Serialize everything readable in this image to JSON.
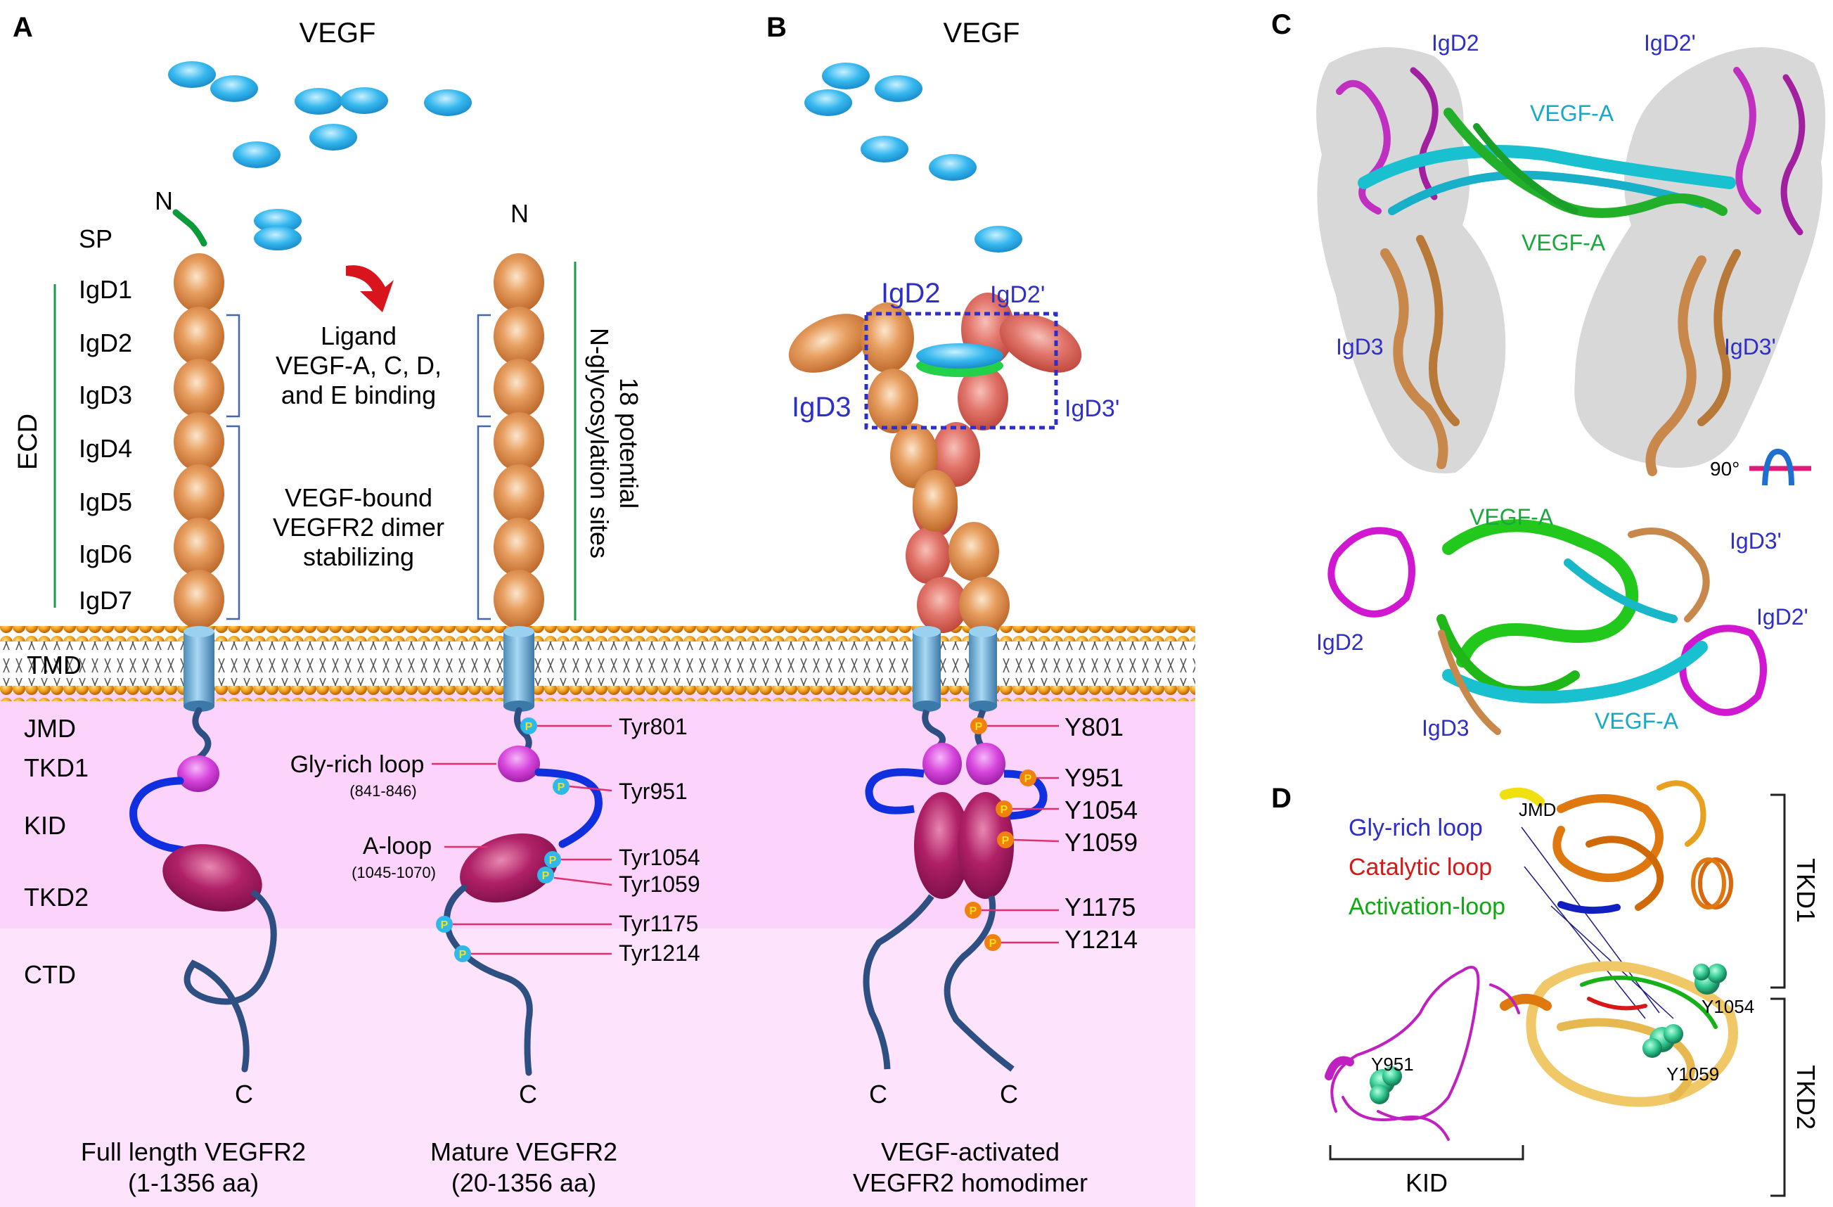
{
  "panel_letters": {
    "a": "A",
    "b": "B",
    "c": "C",
    "d": "D"
  },
  "ligand_label": "VEGF",
  "panel_a": {
    "n_term": "N",
    "c_term": "C",
    "sp": "SP",
    "domains": [
      "IgD1",
      "IgD2",
      "IgD3",
      "IgD4",
      "IgD5",
      "IgD6",
      "IgD7"
    ],
    "region_ecd": "ECD",
    "region_tmd": "TMD",
    "intracellular": [
      "JMD",
      "TKD1",
      "KID",
      "TKD2",
      "CTD"
    ],
    "binding_text": [
      "Ligand",
      "VEGF-A, C, D,",
      "and E binding"
    ],
    "dimer_text": [
      "VEGF-bound",
      "VEGFR2 dimer",
      "stabilizing"
    ],
    "glyco_text": [
      "18 potential",
      "N-glycosylation sites"
    ],
    "gly_loop": "Gly-rich loop",
    "gly_loop_range": "(841-846)",
    "a_loop": "A-loop",
    "a_loop_range": "(1045-1070)",
    "tyrosines": [
      "Tyr801",
      "Tyr951",
      "Tyr1054",
      "Tyr1059",
      "Tyr1175",
      "Tyr1214"
    ],
    "phospho": "P",
    "caption_full": [
      "Full length VEGFR2",
      "(1-1356 aa)"
    ],
    "caption_mature": [
      "Mature VEGFR2",
      "(20-1356 aa)"
    ]
  },
  "panel_b": {
    "igd_labels": [
      "IgD2",
      "IgD2'",
      "IgD3",
      "IgD3'"
    ],
    "tyrosines": [
      "Y801",
      "Y951",
      "Y1054",
      "Y1059",
      "Y1175",
      "Y1214"
    ],
    "c_term": "C",
    "caption": [
      "VEGF-activated",
      "VEGFR2 homodimer"
    ]
  },
  "panel_c": {
    "top_labels": [
      "IgD2",
      "IgD2'",
      "VEGF-A",
      "VEGF-A",
      "IgD3",
      "IgD3'"
    ],
    "rotation": "90°",
    "bottom_labels": [
      "VEGF-A",
      "IgD3'",
      "IgD2",
      "IgD2'",
      "IgD3",
      "VEGF-A"
    ]
  },
  "panel_d": {
    "loops": [
      "Gly-rich loop",
      "Catalytic loop",
      "Activation-loop"
    ],
    "jmd": "JMD",
    "tkd1": "TKD1",
    "tkd2": "TKD2",
    "kid": "KID",
    "residues": [
      "Y951",
      "Y1054",
      "Y1059"
    ]
  },
  "colors": {
    "ligand": "#33b6ee",
    "igd": "#e0924f",
    "igd_dimer": "#e07068",
    "membrane_head": "#f0a020",
    "cytoplasm": "#fcd2fb",
    "tmd": "#6fb0d8",
    "chain": "#2d4f82",
    "linker_blue": "#1030e0",
    "tkd1": "#d040d8",
    "tkd2": "#a8195a",
    "phos_mature": "#30b8e8",
    "phos_active": "#f08010",
    "label_blue": "#2e2ec8",
    "vegf_cyan": "#18a8c8",
    "vegf_green": "#19a83c",
    "catalytic_red": "#d81818",
    "activation_green": "#10a810",
    "line_pink": "#e03070"
  }
}
